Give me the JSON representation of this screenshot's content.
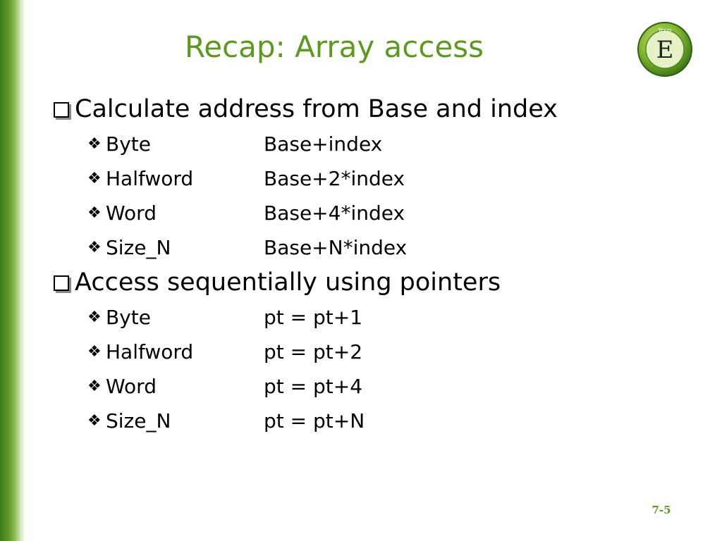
{
  "slide": {
    "title": "Recap: Array access",
    "page_number": "7-5",
    "accent_color": "#5b9a1f",
    "logo": {
      "icon": "texas-e-seal-logo",
      "letter": "E",
      "ring_text": "Texas"
    }
  },
  "sections": [
    {
      "heading": "Calculate address from Base and index",
      "bullet_icon": "square-bullet-icon",
      "items": [
        {
          "term": "Byte",
          "formula": "Base+index"
        },
        {
          "term": "Halfword",
          "formula": "Base+2*index"
        },
        {
          "term": "Word",
          "formula": "Base+4*index"
        },
        {
          "term": "Size_N",
          "formula": "Base+N*index"
        }
      ]
    },
    {
      "heading": "Access sequentially using pointers",
      "bullet_icon": "square-bullet-icon",
      "items": [
        {
          "term": "Byte",
          "formula": "pt = pt+1"
        },
        {
          "term": "Halfword",
          "formula": "pt = pt+2"
        },
        {
          "term": "Word",
          "formula": "pt = pt+4"
        },
        {
          "term": "Size_N",
          "formula": "pt = pt+N"
        }
      ]
    }
  ]
}
